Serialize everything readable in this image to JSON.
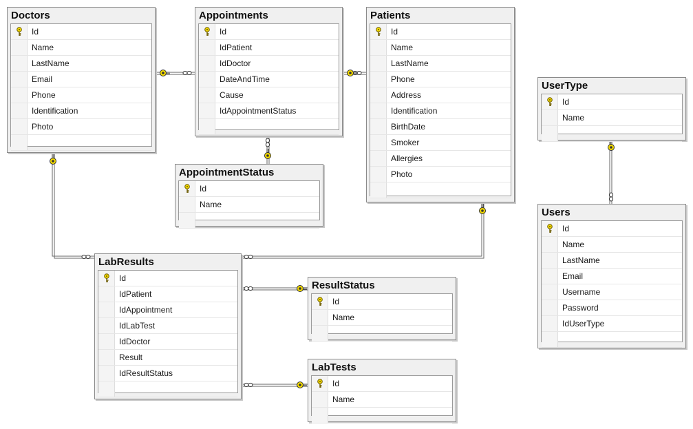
{
  "tables": {
    "doctors": {
      "title": "Doctors",
      "fields": [
        "Id",
        "Name",
        "LastName",
        "Email",
        "Phone",
        "Identification",
        "Photo"
      ]
    },
    "appointments": {
      "title": "Appointments",
      "fields": [
        "Id",
        "IdPatient",
        "IdDoctor",
        "DateAndTime",
        "Cause",
        "IdAppointmentStatus"
      ]
    },
    "patients": {
      "title": "Patients",
      "fields": [
        "Id",
        "Name",
        "LastName",
        "Phone",
        "Address",
        "Identification",
        "BirthDate",
        "Smoker",
        "Allergies",
        "Photo"
      ]
    },
    "usertype": {
      "title": "UserType",
      "fields": [
        "Id",
        "Name"
      ]
    },
    "appointmentstatus": {
      "title": "AppointmentStatus",
      "fields": [
        "Id",
        "Name"
      ]
    },
    "users": {
      "title": "Users",
      "fields": [
        "Id",
        "Name",
        "LastName",
        "Email",
        "Username",
        "Password",
        "IdUserType"
      ]
    },
    "labresults": {
      "title": "LabResults",
      "fields": [
        "Id",
        "IdPatient",
        "IdAppointment",
        "IdLabTest",
        "IdDoctor",
        "Result",
        "IdResultStatus"
      ]
    },
    "resultstatus": {
      "title": "ResultStatus",
      "fields": [
        "Id",
        "Name"
      ]
    },
    "labtests": {
      "title": "LabTests",
      "fields": [
        "Id",
        "Name"
      ]
    }
  },
  "primary_key_field": "Id",
  "colors": {
    "key": "#f2d900",
    "connector": "#555555"
  },
  "icons": {
    "primary_key": "key-icon",
    "one_end": "key-end-icon",
    "many_end": "infinity-end-icon"
  }
}
